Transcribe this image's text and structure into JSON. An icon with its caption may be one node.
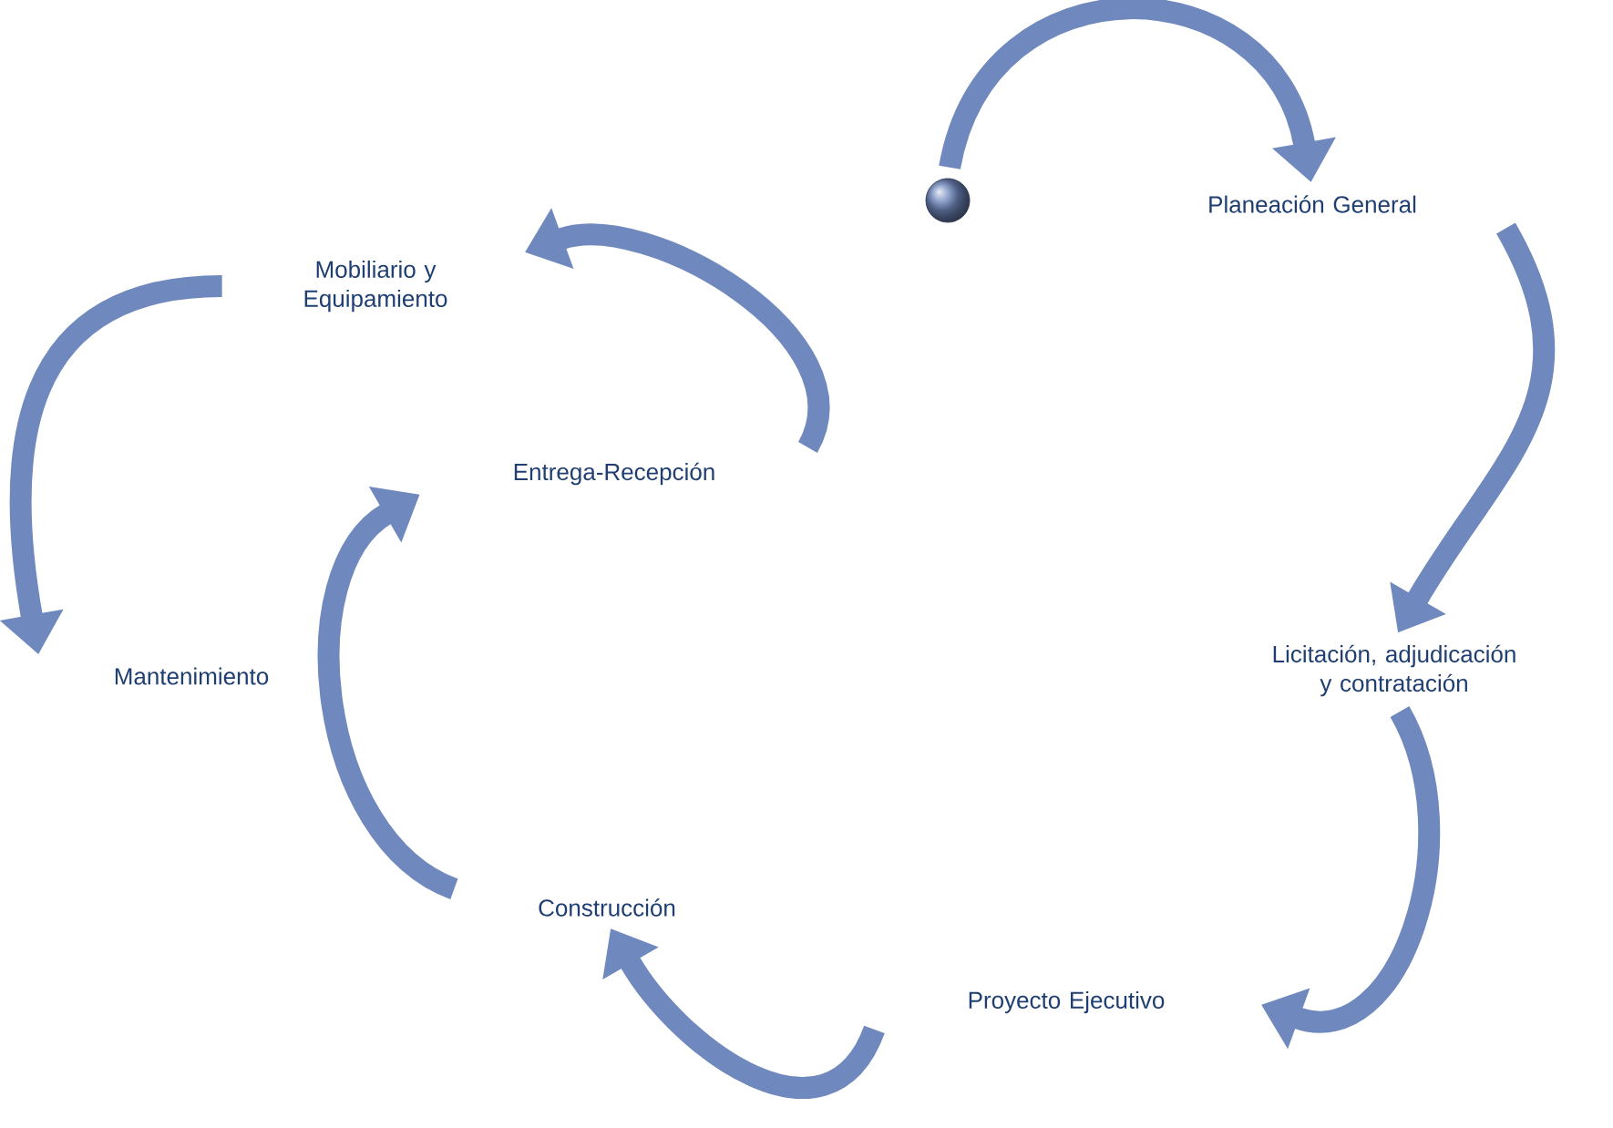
{
  "diagram": {
    "nodes": [
      {
        "text": [],
        "shape": "circle"
      },
      {
        "text": [
          "Planeación General"
        ]
      },
      {
        "text": [
          "Licitación, adjudicación y contratación"
        ]
      },
      {
        "text": [
          "Proyecto Ejecutivo"
        ]
      },
      {
        "text": [
          "Construcción"
        ]
      },
      {
        "text": [
          "Entrega-Recepción"
        ]
      },
      {
        "text": [
          "Mobiliario y Equipamiento"
        ]
      },
      {
        "text": [
          "Mantenimiento"
        ]
      }
    ],
    "edges": [
      {
        "from": 0,
        "to": 1,
        "arrow": "to"
      },
      {
        "from": 1,
        "to": 2,
        "arrow": "to"
      },
      {
        "from": 2,
        "to": 3,
        "arrow": "to"
      },
      {
        "from": 3,
        "to": 4,
        "arrow": "to"
      },
      {
        "from": 4,
        "to": 5,
        "arrow": "to"
      },
      {
        "from": 5,
        "to": 6,
        "arrow": "to"
      },
      {
        "from": 6,
        "to": 7,
        "arrow": "to"
      }
    ]
  }
}
